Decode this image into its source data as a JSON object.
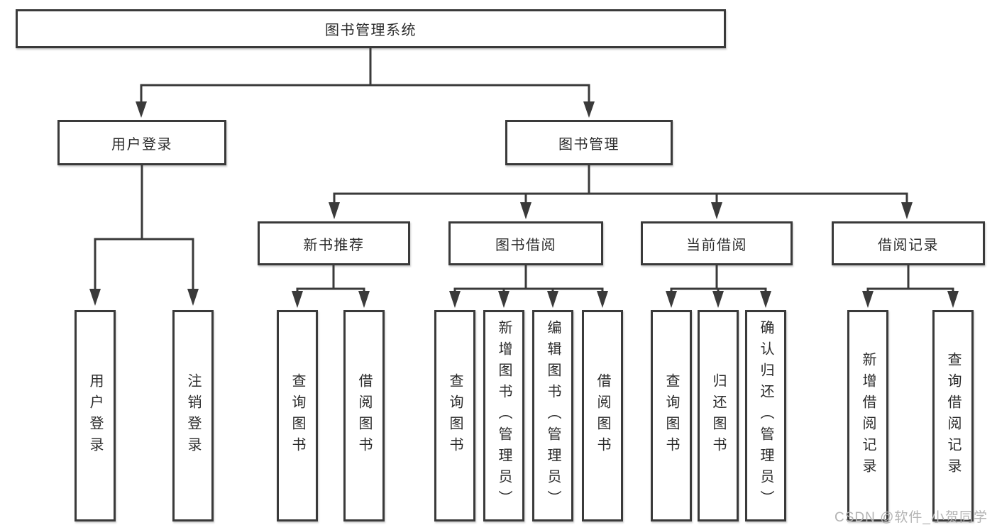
{
  "diagram": {
    "tree": {
      "root": "图书管理系统",
      "children": [
        {
          "label": "用户登录",
          "children": [
            "用户登录",
            "注销登录"
          ]
        },
        {
          "label": "图书管理",
          "children": [
            {
              "label": "新书推荐",
              "children": [
                "查询图书",
                "借阅图书"
              ]
            },
            {
              "label": "图书借阅",
              "children": [
                "查询图书",
                "新增图书（管理员）",
                "编辑图书（管理员）",
                "借阅图书"
              ]
            },
            {
              "label": "当前借阅",
              "children": [
                "查询图书",
                "归还图书",
                "确认归还（管理员）"
              ]
            },
            {
              "label": "借阅记录",
              "children": [
                "新增借阅记录",
                "查询借阅记录"
              ]
            }
          ]
        }
      ]
    }
  },
  "watermark": "CSDN @软件_小贺同学",
  "colors": {
    "line": "#3a3a3a",
    "box_border": "#3a3a3a",
    "text": "#2b2b2b",
    "watermark": "#b3b3b3",
    "background": "#ffffff"
  }
}
